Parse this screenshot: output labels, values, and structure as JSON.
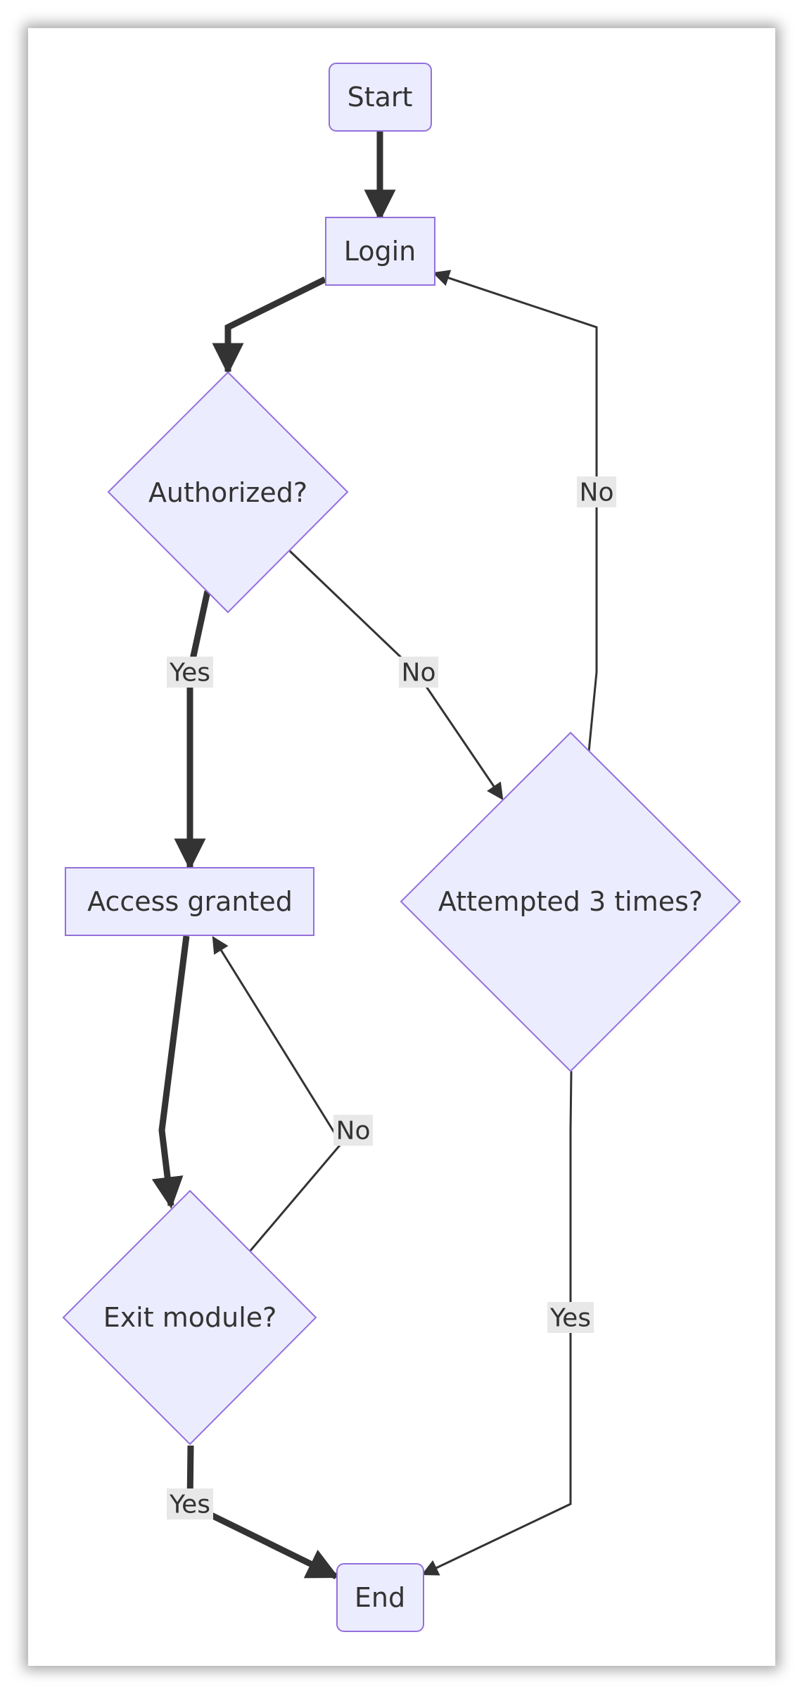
{
  "diagram": {
    "colors": {
      "node_fill": "#ececff",
      "node_stroke": "#9370db",
      "edge": "#333333",
      "label_bg": "#e8e8e8",
      "text": "#333333"
    },
    "nodes": {
      "start": "Start",
      "login": "Login",
      "authorized": "Authorized?",
      "attempted": "Attempted 3 times?",
      "access": "Access granted",
      "exit": "Exit module?",
      "end": "End"
    },
    "edge_labels": {
      "authorized_yes": "Yes",
      "authorized_no": "No",
      "attempted_no": "No",
      "attempted_yes": "Yes",
      "exit_no": "No",
      "exit_yes": "Yes"
    }
  }
}
